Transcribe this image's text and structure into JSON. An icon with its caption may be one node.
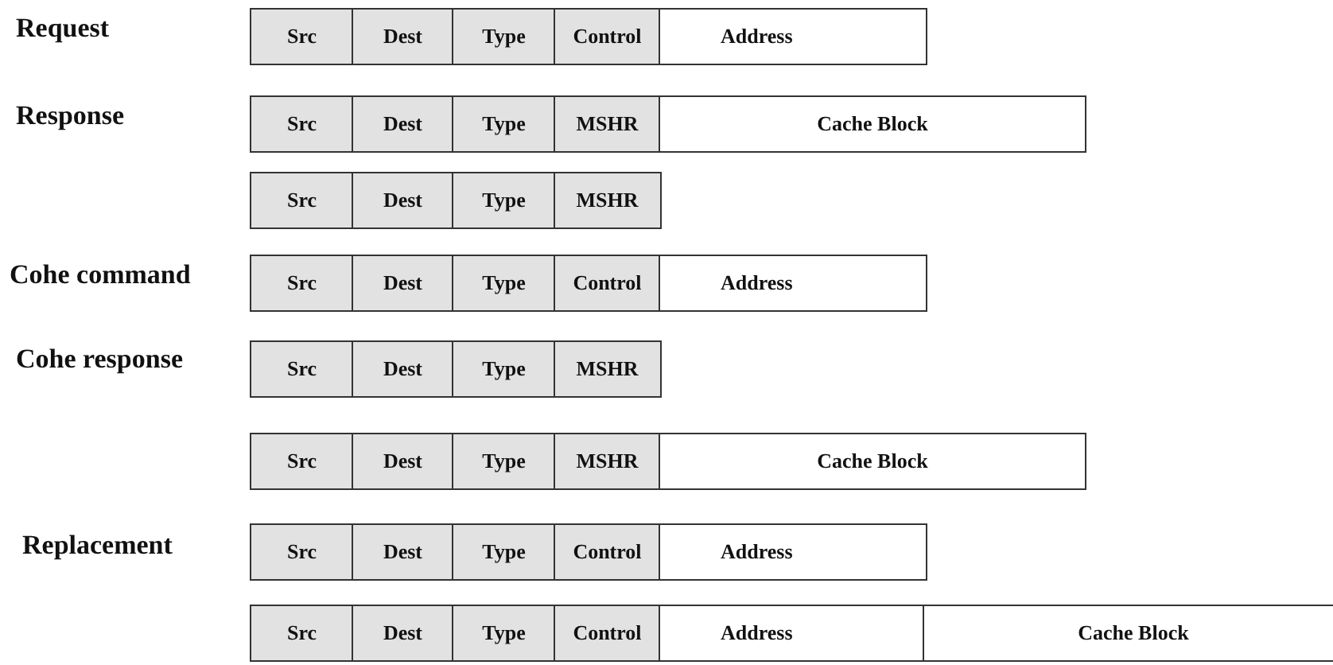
{
  "diagram": {
    "nodes": [
      {
        "text": [
          "Src"
        ]
      },
      {
        "text": [
          "Dest"
        ]
      },
      {
        "text": [
          "Type"
        ]
      },
      {
        "text": [
          "Control"
        ]
      },
      {
        "text": [
          "Address"
        ]
      },
      {
        "text": [
          "Src"
        ]
      },
      {
        "text": [
          "Dest"
        ]
      },
      {
        "text": [
          "Type"
        ]
      },
      {
        "text": [
          "MSHR"
        ]
      },
      {
        "text": [
          "Cache Block"
        ]
      },
      {
        "text": [
          "Src"
        ]
      },
      {
        "text": [
          "Dest"
        ]
      },
      {
        "text": [
          "Type"
        ]
      },
      {
        "text": [
          "MSHR"
        ]
      },
      {
        "text": [
          "Src"
        ]
      },
      {
        "text": [
          "Dest"
        ]
      },
      {
        "text": [
          "Type"
        ]
      },
      {
        "text": [
          "Control"
        ]
      },
      {
        "text": [
          "Address"
        ]
      },
      {
        "text": [
          "Src"
        ]
      },
      {
        "text": [
          "Dest"
        ]
      },
      {
        "text": [
          "Type"
        ]
      },
      {
        "text": [
          "MSHR"
        ]
      },
      {
        "text": [
          "Src"
        ]
      },
      {
        "text": [
          "Dest"
        ]
      },
      {
        "text": [
          "Type"
        ]
      },
      {
        "text": [
          "MSHR"
        ]
      },
      {
        "text": [
          "Cache Block"
        ]
      },
      {
        "text": [
          "Src"
        ]
      },
      {
        "text": [
          "Dest"
        ]
      },
      {
        "text": [
          "Type"
        ]
      },
      {
        "text": [
          "Control"
        ]
      },
      {
        "text": [
          "Address"
        ]
      },
      {
        "text": [
          "Src"
        ]
      },
      {
        "text": [
          "Dest"
        ]
      },
      {
        "text": [
          "Type"
        ]
      },
      {
        "text": [
          "Control"
        ]
      },
      {
        "text": [
          "Address"
        ]
      },
      {
        "text": [
          "Cache Block"
        ]
      }
    ],
    "labels": [
      "Request",
      "Response",
      "Cohe command",
      "Cohe response",
      "Replacement"
    ]
  }
}
